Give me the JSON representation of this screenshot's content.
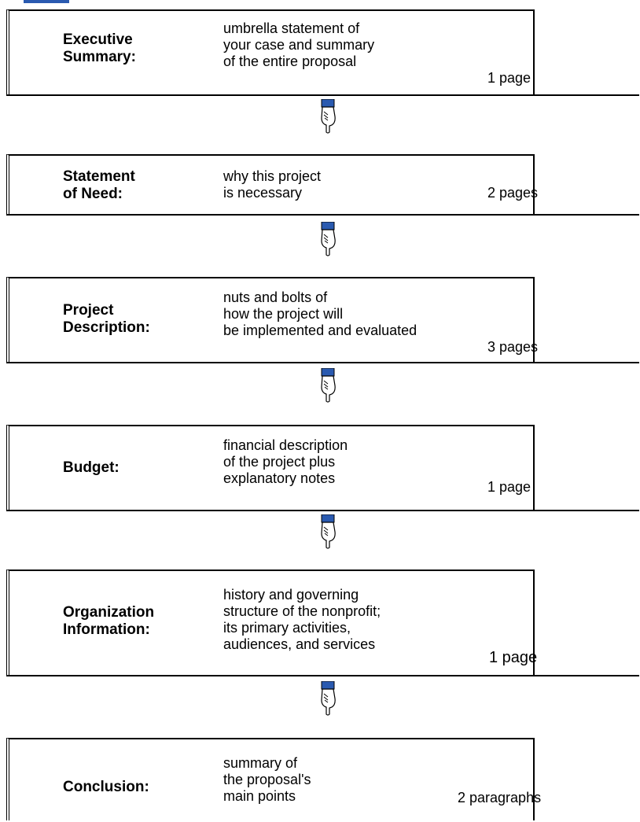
{
  "steps": [
    {
      "heading": "Executive\nSummary:",
      "description": "umbrella statement of\nyour case and summary\nof the entire proposal",
      "length": "1 page"
    },
    {
      "heading": "Statement\nof Need:",
      "description": "why this project\nis necessary",
      "length": "2 pages"
    },
    {
      "heading": "Project\nDescription:",
      "description": "nuts and bolts of\nhow the project will\nbe implemented and evaluated",
      "length": "3 pages"
    },
    {
      "heading": "Budget:",
      "description": "financial description\nof the project plus\nexplanatory notes",
      "length": "1 page"
    },
    {
      "heading": "Organization\nInformation:",
      "description": "history and governing\nstructure of the nonprofit;\nits primary activities,\naudiences, and services",
      "length": "1 page"
    },
    {
      "heading": "Conclusion:",
      "description": "summary of\nthe proposal's\nmain points",
      "length": "2 paragraphs"
    }
  ],
  "connector_icon": "pointing-hand-down-icon",
  "colors": {
    "cuff_blue": "#2a5ab0",
    "border": "#000000"
  }
}
